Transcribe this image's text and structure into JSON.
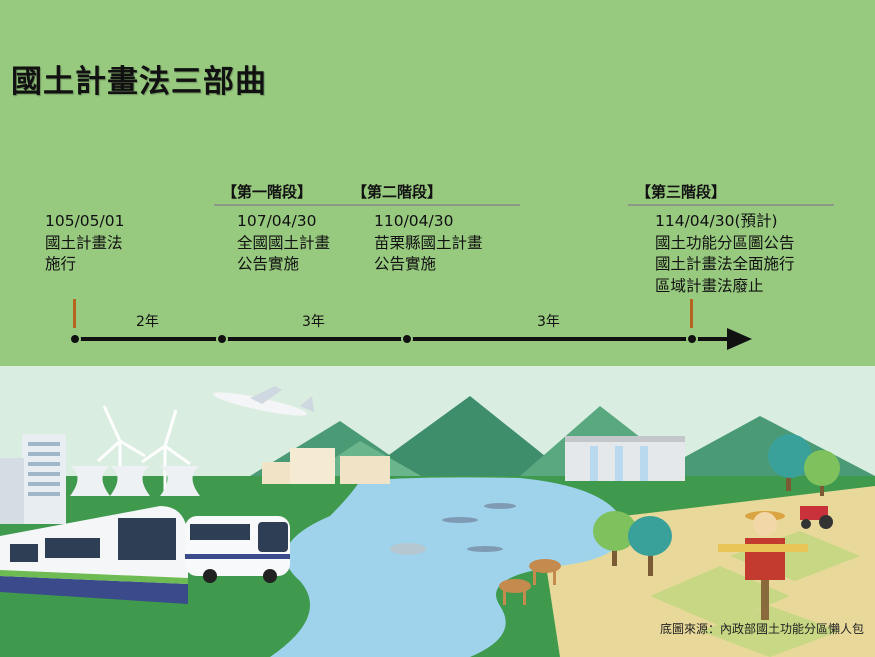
{
  "title": "國土計畫法三部曲",
  "stages": [
    {
      "label": "【第一階段】"
    },
    {
      "label": "【第二階段】"
    },
    {
      "label": "【第三階段】"
    }
  ],
  "events": [
    {
      "date": "105/05/01",
      "lines": [
        "國土計畫法",
        "施行"
      ]
    },
    {
      "date": "107/04/30",
      "lines": [
        "全國國土計畫",
        "公告實施"
      ]
    },
    {
      "date": "110/04/30",
      "lines": [
        "苗栗縣國土計畫",
        "公告實施"
      ]
    },
    {
      "date": "114/04/30(預計)",
      "lines": [
        "國土功能分區圖公告",
        "國土計畫法全面施行",
        "區域計畫法廢止"
      ]
    }
  ],
  "durations": [
    "2年",
    "3年",
    "3年"
  ],
  "source": "底圖來源：內政部國土功能分區懶人包",
  "colors": {
    "background": "#97c97f",
    "timeline": "#111111",
    "marker": "#b5651d"
  }
}
